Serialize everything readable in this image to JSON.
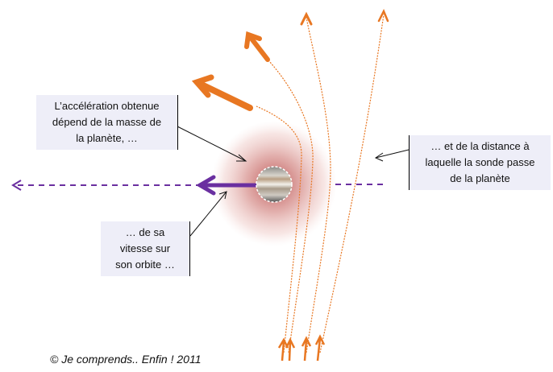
{
  "callouts": {
    "mass": [
      "L’accélération obtenue",
      "dépend de la masse de",
      "la planète, …"
    ],
    "speed": [
      "… de sa",
      "vitesse sur",
      "son orbite …"
    ],
    "distance": [
      "… et de la distance à",
      "laquelle la sonde passe",
      "de la planète"
    ]
  },
  "footer": "© Je comprends.. Enfin ! 2011",
  "colors": {
    "trajectory": "#e87722",
    "planet_motion": "#6a2fa0",
    "glow": "#c65a5a"
  }
}
